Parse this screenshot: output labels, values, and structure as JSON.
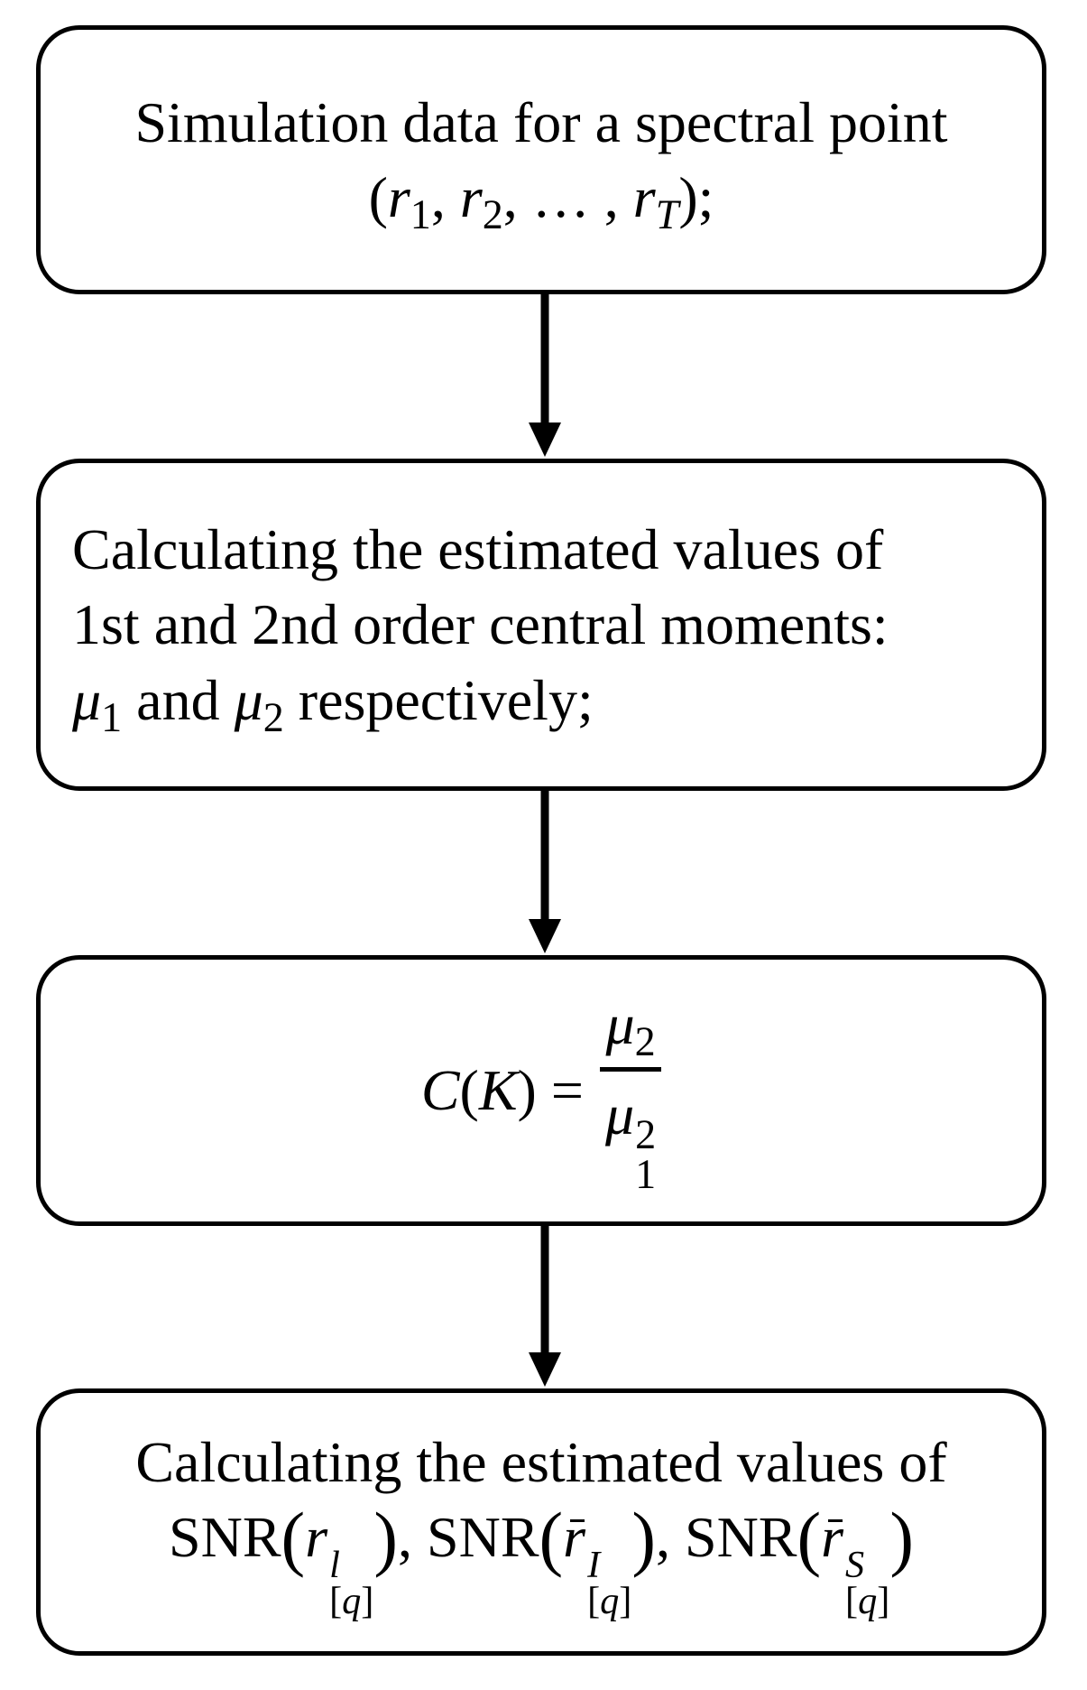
{
  "diagram": {
    "steps": [
      {
        "line1": "Simulation data for a spectral point",
        "r": "r",
        "sub1": "1",
        "sub2": "2",
        "subT": "T",
        "ellipsis": "…"
      },
      {
        "line1": "Calculating the estimated values of",
        "line2": "1st and 2nd order central moments:",
        "mu": "μ",
        "sub1": "1",
        "sub2": "2",
        "and": "and",
        "respectively": "respectively;"
      },
      {
        "C": "C",
        "K": "K",
        "mu": "μ",
        "num_sub": "2",
        "den_sub": "1",
        "den_sup": "2"
      },
      {
        "line1": "Calculating the estimated values of",
        "snr": "SNR",
        "r": "r",
        "sup_l": "l",
        "sup_I": "I",
        "sup_S": "S",
        "q": "q"
      }
    ]
  }
}
